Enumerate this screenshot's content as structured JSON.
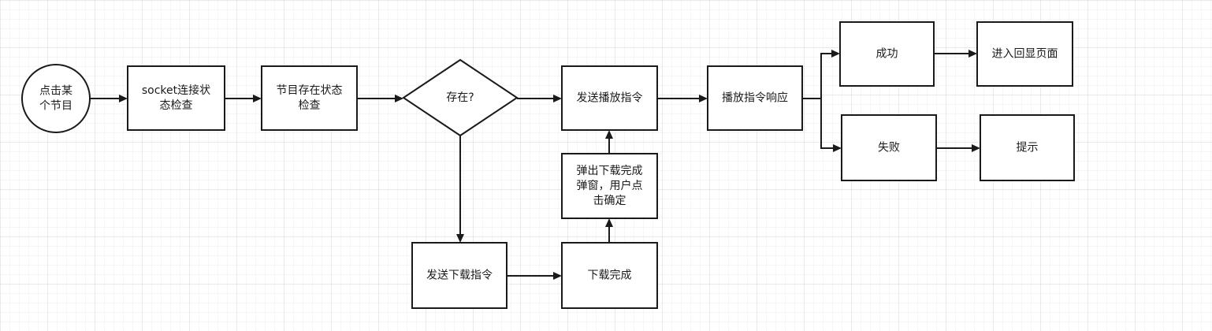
{
  "diagram": {
    "nodes": [
      {
        "id": "start",
        "shape": "circle",
        "lines": [
          "点击某",
          "个节目"
        ]
      },
      {
        "id": "socket",
        "shape": "rect",
        "lines": [
          "socket连接状",
          "态检查"
        ]
      },
      {
        "id": "exist-check",
        "shape": "rect",
        "lines": [
          "节目存在状态",
          "检查"
        ]
      },
      {
        "id": "exists",
        "shape": "diamond",
        "lines": [
          "存在?"
        ]
      },
      {
        "id": "send-play",
        "shape": "rect",
        "lines": [
          "发送播放指令"
        ]
      },
      {
        "id": "play-response",
        "shape": "rect",
        "lines": [
          "播放指令响应"
        ]
      },
      {
        "id": "success",
        "shape": "rect",
        "lines": [
          "成功"
        ]
      },
      {
        "id": "enter-page",
        "shape": "rect",
        "lines": [
          "进入回显页面"
        ]
      },
      {
        "id": "fail",
        "shape": "rect",
        "lines": [
          "失败"
        ]
      },
      {
        "id": "hint",
        "shape": "rect",
        "lines": [
          "提示"
        ]
      },
      {
        "id": "send-download",
        "shape": "rect",
        "lines": [
          "发送下载指令"
        ]
      },
      {
        "id": "download-done",
        "shape": "rect",
        "lines": [
          "下载完成"
        ]
      },
      {
        "id": "popup",
        "shape": "rect",
        "lines": [
          "弹出下载完成",
          "弹窗，用户点",
          "击确定"
        ]
      }
    ],
    "edges": [
      {
        "from": "start",
        "to": "socket"
      },
      {
        "from": "socket",
        "to": "exist-check"
      },
      {
        "from": "exist-check",
        "to": "exists"
      },
      {
        "from": "exists",
        "to": "send-play"
      },
      {
        "from": "send-play",
        "to": "play-response"
      },
      {
        "from": "play-response",
        "to": "success"
      },
      {
        "from": "play-response",
        "to": "fail"
      },
      {
        "from": "success",
        "to": "enter-page"
      },
      {
        "from": "fail",
        "to": "hint"
      },
      {
        "from": "exists",
        "to": "send-download"
      },
      {
        "from": "send-download",
        "to": "download-done"
      },
      {
        "from": "download-done",
        "to": "popup"
      },
      {
        "from": "popup",
        "to": "send-play"
      }
    ],
    "colors": {
      "stroke": "#1a1a1a",
      "fill": "#ffffff",
      "text": "#1a1a1a",
      "grid_minor": "#ececec",
      "grid_major": "#d6d6d6"
    }
  }
}
